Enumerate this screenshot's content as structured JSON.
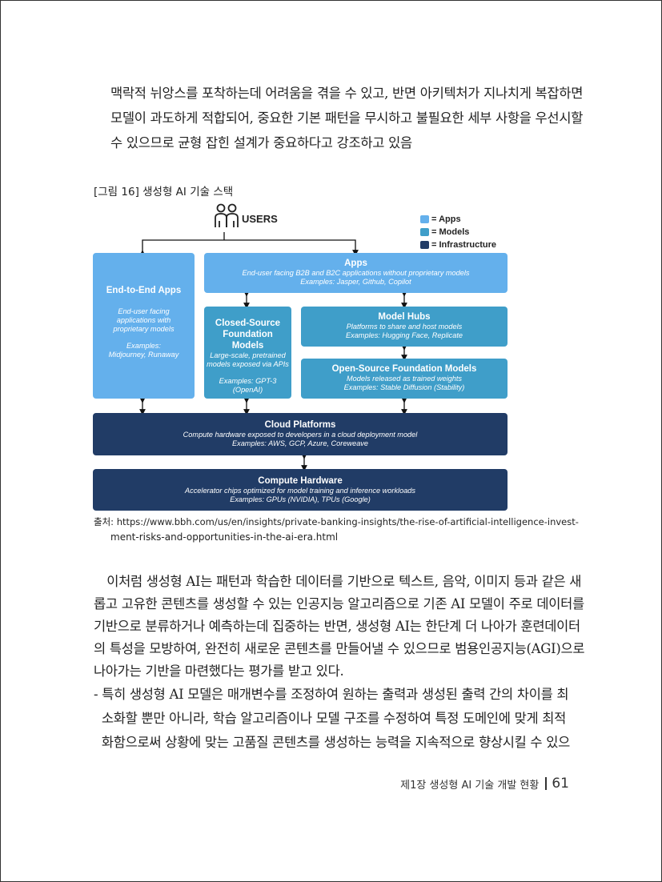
{
  "intro_lines": [
    "맥락적 뉘앙스를 포착하는데 어려움을 겪을 수 있고, 반면 아키텍처가 지나치게 복잡하면",
    "모델이 과도하게 적합되어, 중요한 기본 패턴을 무시하고 불필요한 세부 사항을 우선시할",
    "수 있으므로 균형 잡힌 설계가 중요하다고 강조하고 있음"
  ],
  "figure": {
    "caption": "[그림 16] 생성형 AI 기술 스택",
    "users_label": "USERS",
    "legend": [
      {
        "label": "= Apps",
        "color": "#64b0ec"
      },
      {
        "label": "= Models",
        "color": "#3f9ec9"
      },
      {
        "label": "= Infrastructure",
        "color": "#213c66"
      }
    ],
    "end_to_end": {
      "title": "End-to-End Apps",
      "desc": "End-user facing applications with proprietary models",
      "examples": "Examples: Midjourney, Runaway"
    },
    "apps": {
      "title": "Apps",
      "desc": "End-user facing B2B and B2C applications without proprietary models",
      "examples": "Examples: Jasper, Github, Copilot"
    },
    "closed_source": {
      "title": "Closed-Source Foundation Models",
      "desc": "Large-scale, pretrained models exposed via APIs",
      "examples": "Examples: GPT-3 (OpenAI)"
    },
    "model_hubs": {
      "title": "Model Hubs",
      "desc": "Platforms to share and host models",
      "examples": "Examples: Hugging Face, Replicate"
    },
    "open_source": {
      "title": "Open-Source Foundation Models",
      "desc": "Models released as trained weights",
      "examples": "Examples: Stable Diffusion (Stability)"
    },
    "cloud": {
      "title": "Cloud Platforms",
      "desc": "Compute hardware exposed to developers in a cloud deployment model",
      "examples": "Examples: AWS, GCP, Azure, Coreweave"
    },
    "compute": {
      "title": "Compute Hardware",
      "desc": "Accelerator chips optimized for model training and inference workloads",
      "examples": "Examples: GPUs (NVIDIA), TPUs (Google)"
    }
  },
  "source": {
    "line1": "출처: https://www.bbh.com/us/en/insights/private-banking-insights/the-rise-of-artificial-intelligence-invest-",
    "line2": "ment-risks-and-opportunities-in-the-ai-era.html"
  },
  "body_lines": [
    "　이처럼 생성형 AI는 패턴과 학습한 데이터를 기반으로 텍스트, 음악, 이미지 등과 같은 새",
    "롭고 고유한 콘텐츠를 생성할 수 있는 인공지능 알고리즘으로 기존 AI 모델이 주로 데이터를",
    "기반으로 분류하거나 예측하는데 집중하는 반면, 생성형 AI는 한단계 더 나아가 훈련데이터",
    "의 특성을 모방하여, 완전히 새로운 콘텐츠를 만들어낼 수 있으므로 범용인공지능(AGI)으로",
    "나아가는 기반을 마련했다는 평가를 받고 있다."
  ],
  "bullet_lines": [
    "- 특히 생성형 AI 모델은 매개변수를 조정하여 원하는 출력과 생성된 출력 간의 차이를 최",
    "  소화할 뿐만 아니라, 학습 알고리즘이나 모델 구조를 수정하여 특정 도메인에 맞게 최적",
    "  화함으로써 상황에 맞는 고품질 콘텐츠를 생성하는 능력을 지속적으로 향상시킬 수 있으"
  ],
  "footer": {
    "chapter": "제1장 생성형 AI 기술 개발 현황",
    "page": "61"
  }
}
